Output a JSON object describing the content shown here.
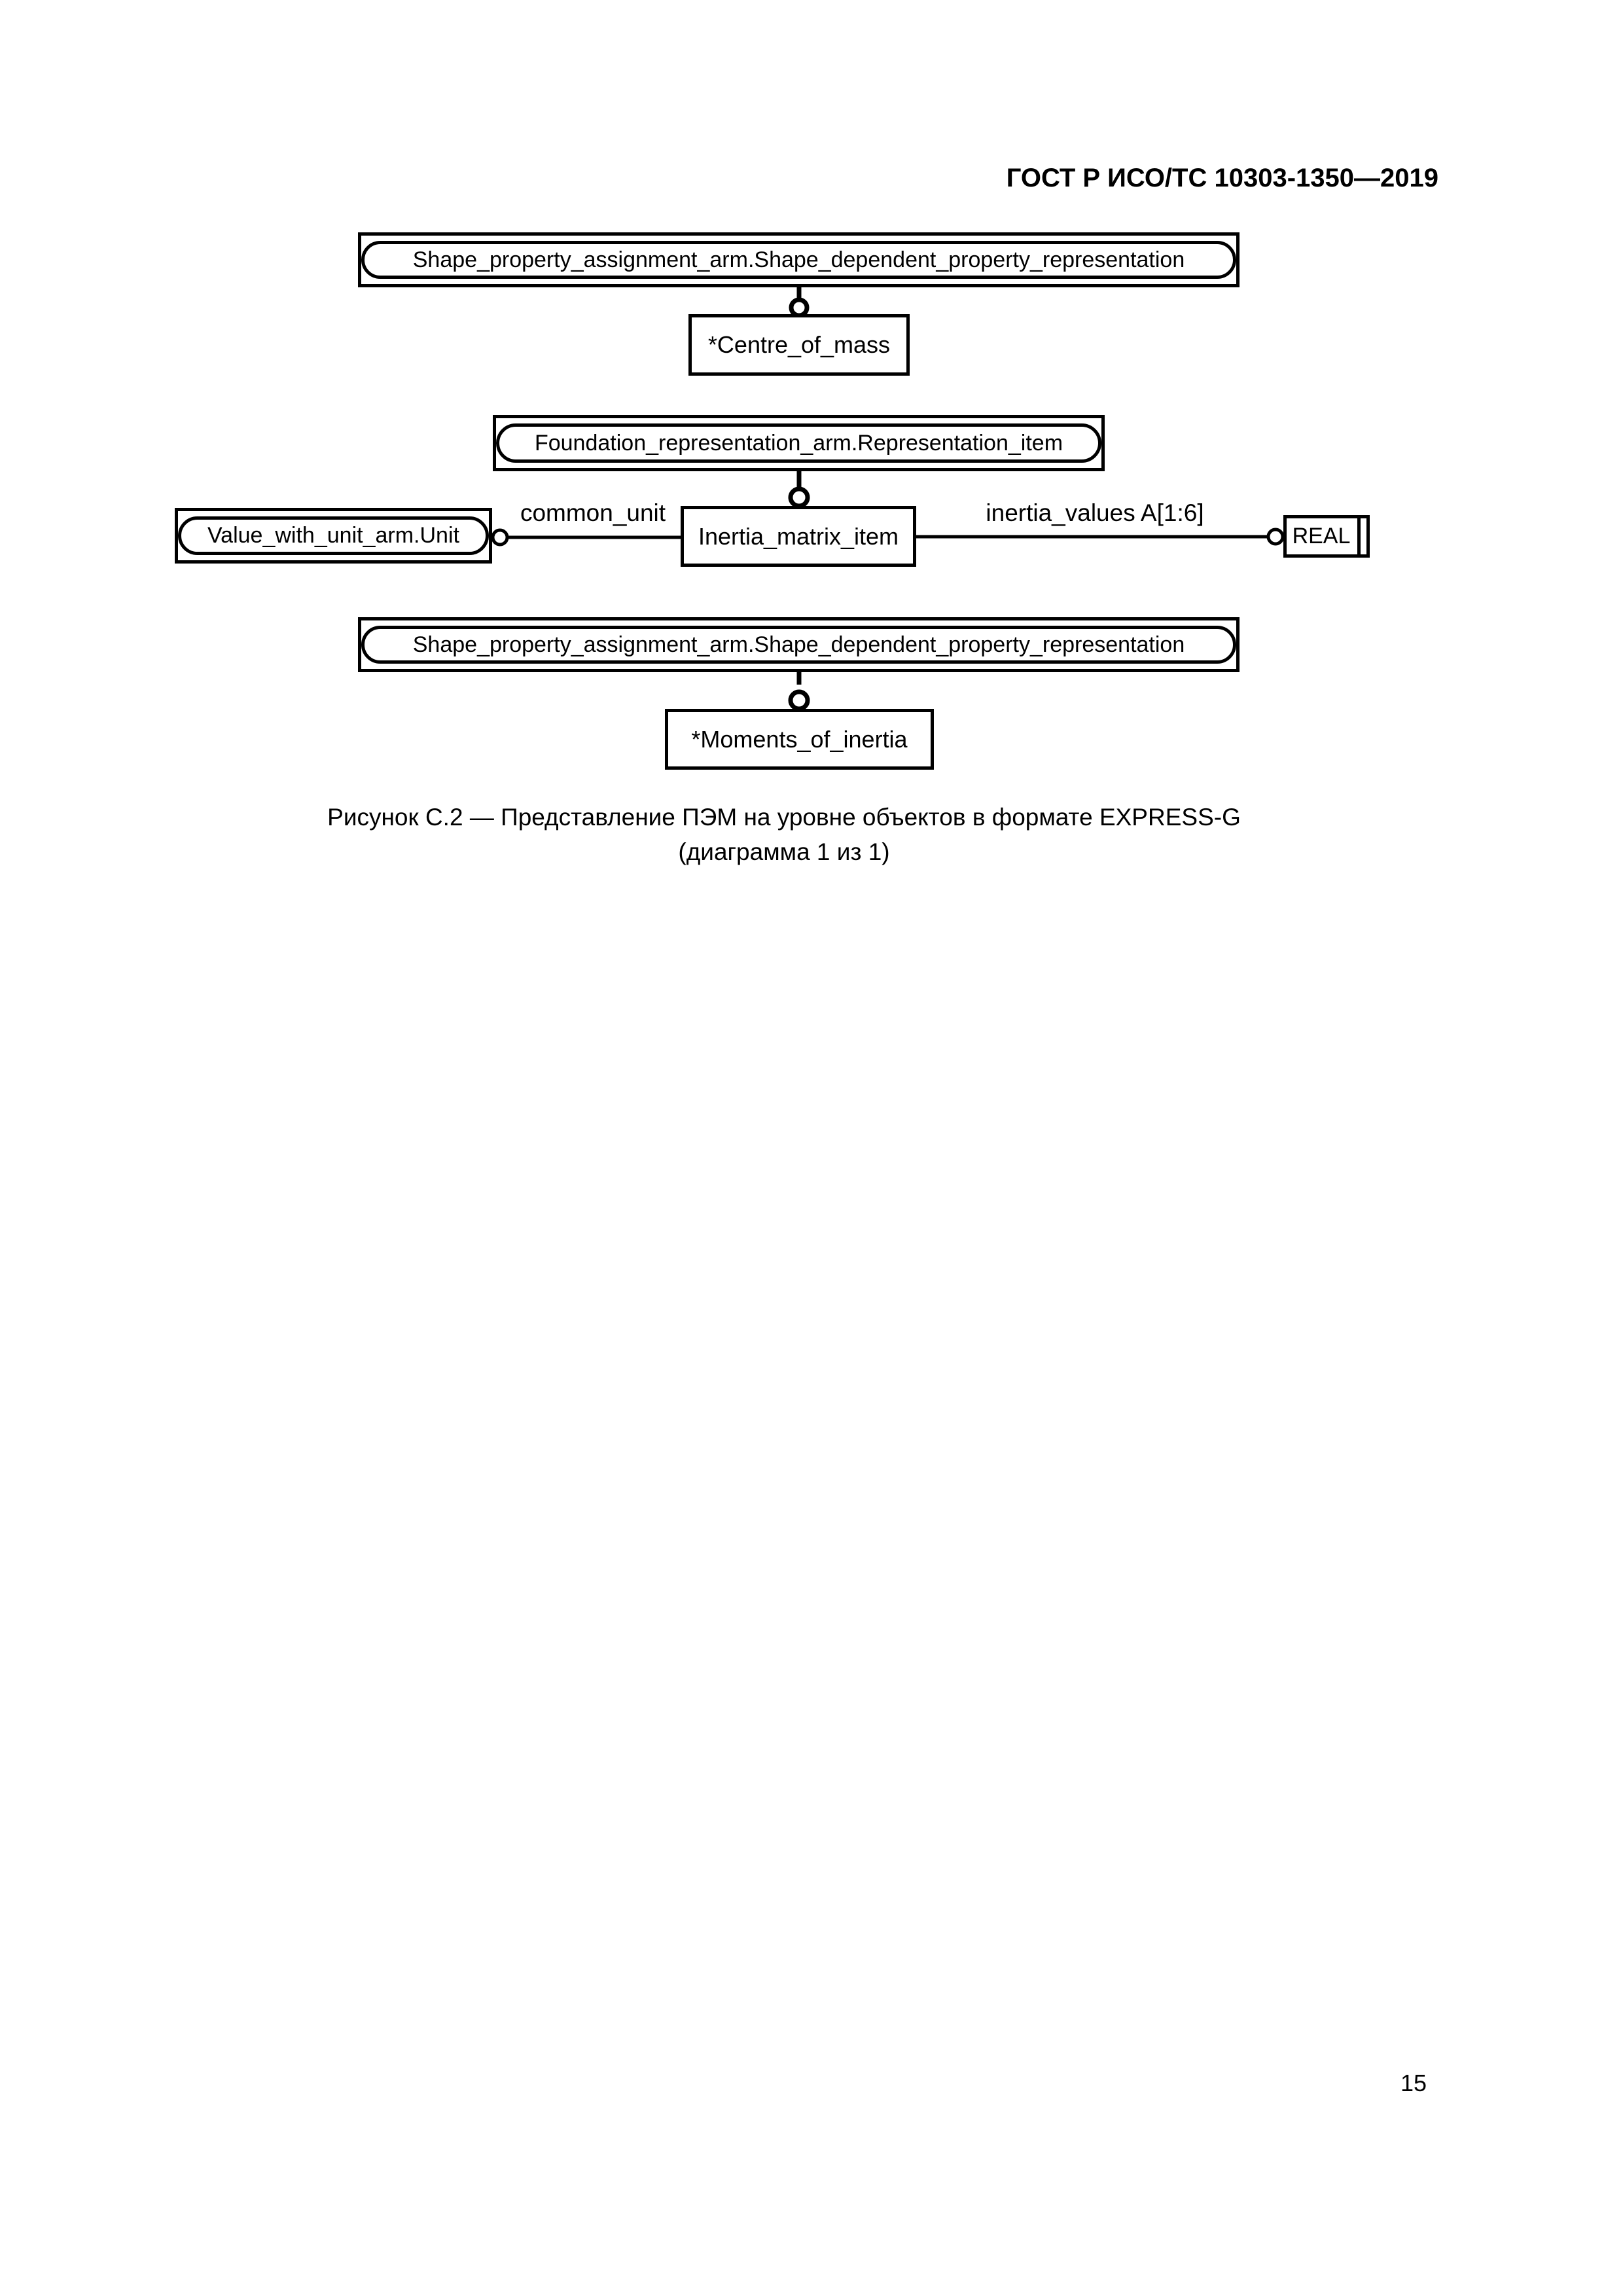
{
  "page": {
    "header": "ГОСТ Р ИСО/ТС 10303-1350—2019",
    "page_number": "15"
  },
  "figure": {
    "caption_line1": "Рисунок С.2 — Представление ПЭМ на уровне объектов в формате EXPRESS-G",
    "caption_line2": "(диаграмма 1 из 1)"
  },
  "diagram": {
    "notation": "EXPRESS-G",
    "nodes": [
      {
        "id": "shape-dependent-property-representation-ref-top",
        "kind": "page-reference",
        "label": "Shape_property_assignment_arm.Shape_dependent_property_representation"
      },
      {
        "id": "centre-of-mass",
        "kind": "entity",
        "label": "*Centre_of_mass"
      },
      {
        "id": "representation-item-ref",
        "kind": "page-reference",
        "label": "Foundation_representation_arm.Representation_item"
      },
      {
        "id": "value-with-unit-ref",
        "kind": "page-reference",
        "label": "Value_with_unit_arm.Unit"
      },
      {
        "id": "inertia-matrix-item",
        "kind": "entity",
        "label": "Inertia_matrix_item"
      },
      {
        "id": "real-type",
        "kind": "simple-type",
        "label": "REAL"
      },
      {
        "id": "shape-dependent-property-representation-ref-bottom",
        "kind": "page-reference",
        "label": "Shape_property_assignment_arm.Shape_dependent_property_representation"
      },
      {
        "id": "moments-of-inertia",
        "kind": "entity",
        "label": "*Moments_of_inertia"
      }
    ],
    "edge_labels": [
      {
        "id": "common-unit",
        "label": "common_unit"
      },
      {
        "id": "inertia-values",
        "label": "inertia_values A[1:6]"
      }
    ],
    "colors": {
      "ink": "#000000",
      "paper": "#ffffff"
    }
  }
}
